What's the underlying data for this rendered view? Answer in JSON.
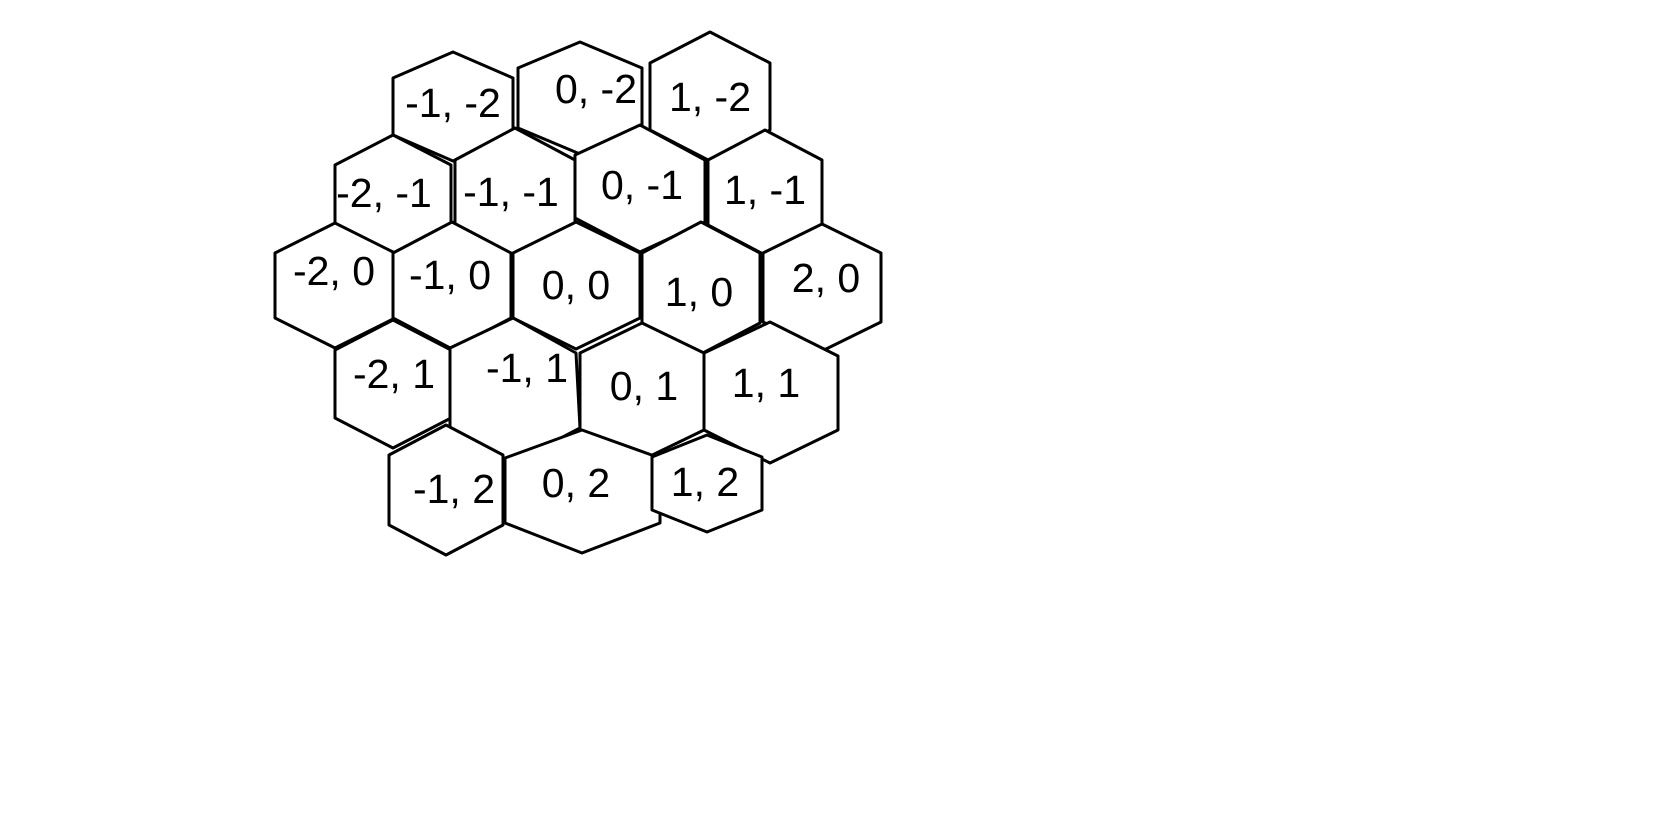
{
  "diagram": {
    "line_color": "#000000",
    "background_color": "#ffffff",
    "cells": [
      {
        "id": "-1,-2",
        "label": "-1, -2"
      },
      {
        "id": "0,-2",
        "label": "0, -2"
      },
      {
        "id": "1,-2",
        "label": "1, -2"
      },
      {
        "id": "-2,-1",
        "label": "-2, -1"
      },
      {
        "id": "-1,-1",
        "label": "-1, -1"
      },
      {
        "id": "0,-1",
        "label": "0, -1"
      },
      {
        "id": "1,-1",
        "label": "1, -1"
      },
      {
        "id": "-2,0",
        "label": "-2, 0"
      },
      {
        "id": "-1,0",
        "label": "-1, 0"
      },
      {
        "id": "0,0",
        "label": "0, 0"
      },
      {
        "id": "1,0",
        "label": "1, 0"
      },
      {
        "id": "2,0",
        "label": "2, 0"
      },
      {
        "id": "-2,1",
        "label": "-2, 1"
      },
      {
        "id": "-1,1",
        "label": "-1, 1"
      },
      {
        "id": "0,1",
        "label": "0, 1"
      },
      {
        "id": "1,1",
        "label": "1, 1"
      },
      {
        "id": "-1,2",
        "label": "-1, 2"
      },
      {
        "id": "0,2",
        "label": "0, 2"
      },
      {
        "id": "1,2",
        "label": "1, 2"
      }
    ]
  }
}
